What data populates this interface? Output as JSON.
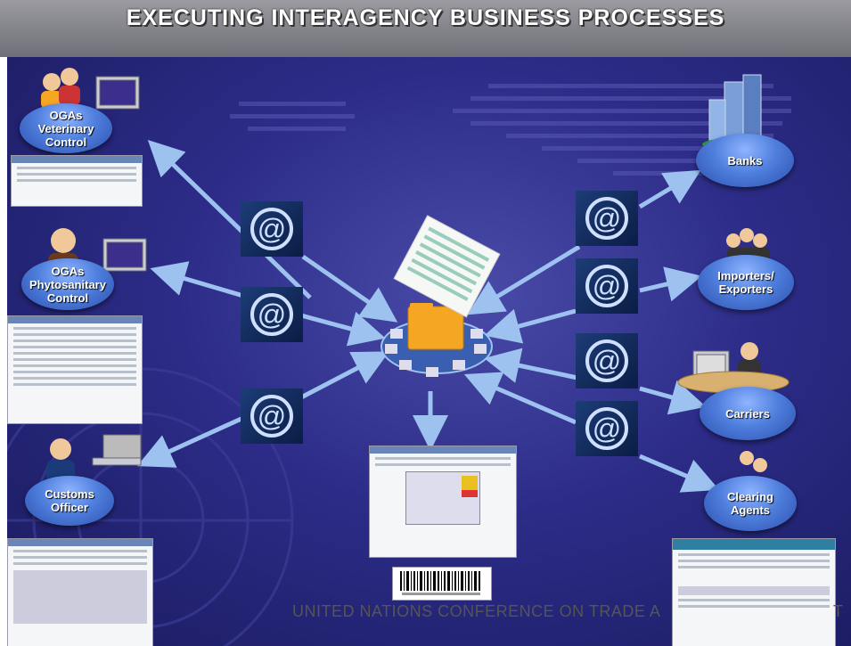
{
  "title": "EXECUTING INTERAGENCY BUSINESS PROCESSES",
  "footer": "UNITED NATIONS CONFERENCE ON TRADE AND DEVELOPMENT",
  "footer_visible": "UNITED NATIONS CONFERENCE ON TRADE A",
  "footer_end": "T",
  "left_nodes": [
    {
      "label": "OGAs\nVeterinary\nControl"
    },
    {
      "label": "OGAs\nPhytosanitary\nControl"
    },
    {
      "label": "Customs\nOfficer"
    }
  ],
  "right_nodes": [
    {
      "label": "Banks"
    },
    {
      "label": "Importers/\nExporters"
    },
    {
      "label": "Carriers"
    },
    {
      "label": "Clearing\nAgents"
    }
  ],
  "icons": {
    "email": "at-sign-icon",
    "hub": "folder-network-hub-icon"
  },
  "colors": {
    "background": "#2c2c88",
    "arrow": "#9ec2f0",
    "node": "#4f7fdd",
    "header": "#8a8a90"
  }
}
